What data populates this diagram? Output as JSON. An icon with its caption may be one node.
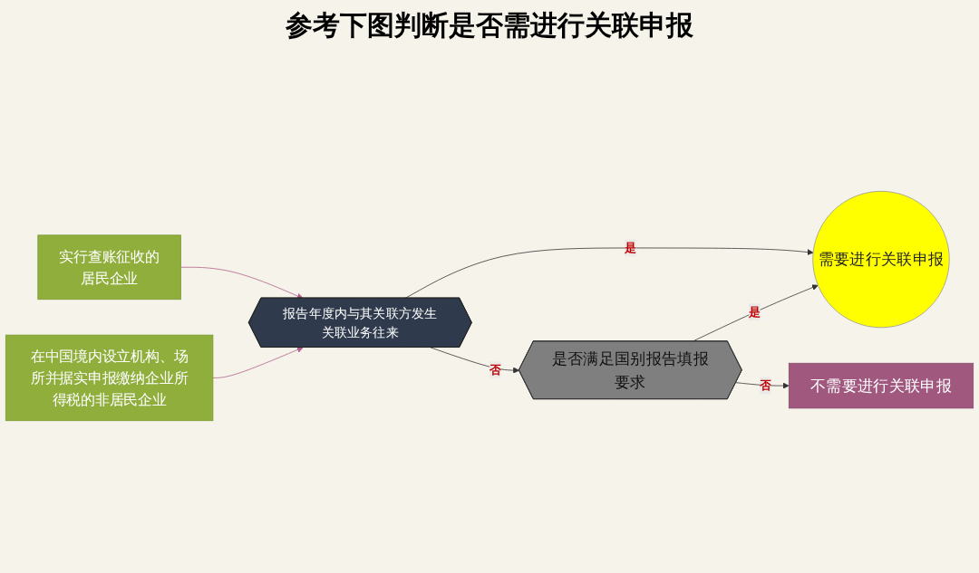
{
  "diagram": {
    "title": "参考下图判断是否需进行关联申报",
    "nodes": [
      {
        "text": [
          "实行查账征收的",
          "居民企业"
        ]
      },
      {
        "text": [
          "在中国境内设立机构、场所并据实申报缴纳企业所得税的非居民企业"
        ]
      },
      {
        "text": [
          "报告年度内与其关联方发生关联业务往来"
        ]
      },
      {
        "text": [
          "需要进行关联申报"
        ]
      },
      {
        "text": [
          "是否满足国别报告填报要求"
        ]
      },
      {
        "text": [
          "不需要进行关联申报"
        ]
      }
    ],
    "edges": [
      {
        "from": 0,
        "to": 2,
        "arrow": "to",
        "color": "#b0608a"
      },
      {
        "from": 1,
        "to": 2,
        "arrow": "to",
        "color": "#b0608a"
      },
      {
        "from": 2,
        "to": 3,
        "arrow": "to",
        "label": "是"
      },
      {
        "from": 2,
        "to": 4,
        "arrow": "to",
        "label": "否"
      },
      {
        "from": 4,
        "to": 5,
        "arrow": "to",
        "label": "否"
      },
      {
        "from": 4,
        "to": 3,
        "arrow": "to",
        "label": "是"
      }
    ]
  }
}
